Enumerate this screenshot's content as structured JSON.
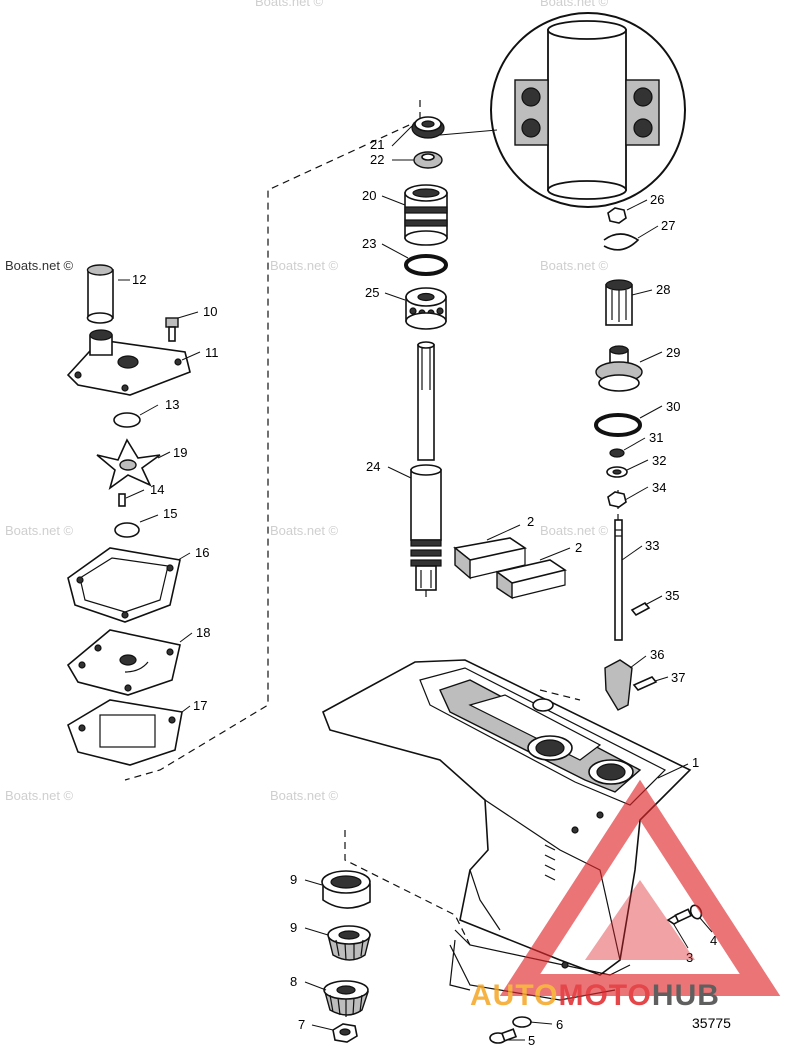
{
  "watermark_text": "Boats.net ©",
  "drawing_number": "35775",
  "logo": {
    "part1": "AUTO",
    "part2": "MOTO",
    "part3": "HUB",
    "color1": "#f5a623",
    "color2": "#e0262b",
    "color3": "#444444"
  },
  "part_labels": {
    "p1": "1",
    "p2a": "2",
    "p2b": "2",
    "p3": "3",
    "p4": "4",
    "p5": "5",
    "p6": "6",
    "p7": "7",
    "p8": "8",
    "p9a": "9",
    "p9b": "9",
    "p10": "10",
    "p11": "11",
    "p12": "12",
    "p13": "13",
    "p14": "14",
    "p15": "15",
    "p16": "16",
    "p17": "17",
    "p18": "18",
    "p19": "19",
    "p20": "20",
    "p21": "21",
    "p22": "22",
    "p23": "23",
    "p24": "24",
    "p25": "25",
    "p26": "26",
    "p27": "27",
    "p28": "28",
    "p29": "29",
    "p30": "30",
    "p31": "31",
    "p32": "32",
    "p33": "33",
    "p34": "34",
    "p35": "35",
    "p36": "36",
    "p37": "37"
  }
}
